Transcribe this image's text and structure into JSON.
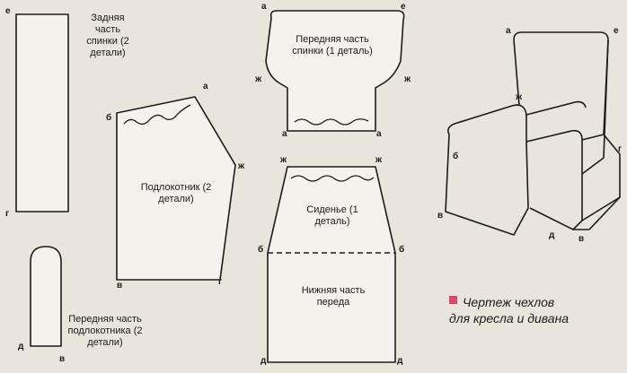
{
  "colors": {
    "paper": "#e9e4dc",
    "ink": "#1d1b1a",
    "marker": "#e0456a"
  },
  "labels": {
    "back": "Задняя часть спинки (2 детали)",
    "front_back": "Передняя часть спинки (1 деталь)",
    "armrest": "Подлокотник (2 детали)",
    "seat": "Сиденье (1 деталь)",
    "front_bottom": "Нижняя часть переда",
    "armrest_front": "Передняя часть подлокотника (2 детали)"
  },
  "points": {
    "e": "е",
    "a": "а",
    "b": "б",
    "v": "в",
    "g": "г",
    "d": "д",
    "zh": "ж"
  },
  "caption": {
    "line1": "Чертеж чехлов",
    "line2": "для кресла и дивана"
  },
  "icons": {
    "marker": "square-bullet-icon",
    "armchair": "armchair-icon"
  }
}
